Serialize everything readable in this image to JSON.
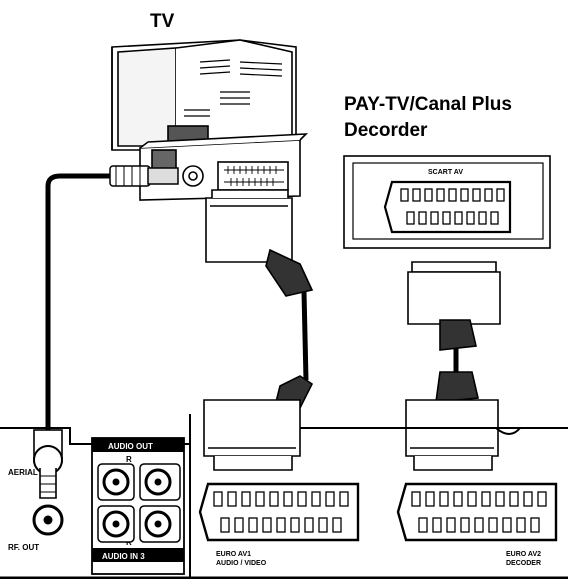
{
  "title": "TV",
  "decoder": {
    "title_line1": "PAY-TV/Canal Plus",
    "title_line2": "Decorder",
    "port_label": "SCART AV"
  },
  "rear_panel": {
    "aerial_label": "AERIAL",
    "rf_out_label": "RF. OUT",
    "audio_out_label": "AUDIO OUT",
    "audio_in_label": "AUDIO IN 3",
    "channel_r_top": "R",
    "channel_r_bottom": "R",
    "euro_av1_line1": "EURO AV1",
    "euro_av1_line2": "AUDIO / VIDEO",
    "euro_av2_line1": "EURO AV2",
    "euro_av2_line2": "DECODER"
  }
}
